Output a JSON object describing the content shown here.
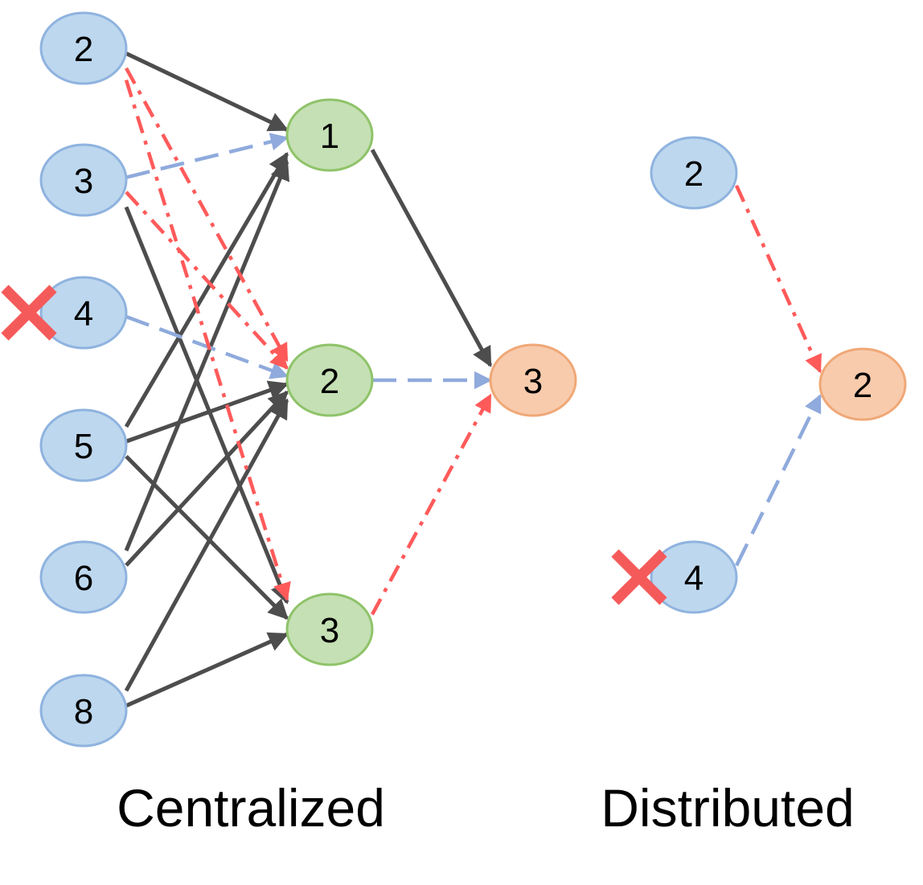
{
  "colors": {
    "input_fill": "#bdd7ee",
    "input_stroke": "#8fb3df",
    "hidden_fill": "#c5e0b4",
    "hidden_stroke": "#8fc36a",
    "output_fill": "#f8cbad",
    "output_stroke": "#f0a877",
    "solid_edge": "#4d4d4d",
    "blue_edge": "#8faadc",
    "red_edge": "#ff5a5a",
    "cross": "#f55a5a"
  },
  "centralized": {
    "caption": "Centralized",
    "input_nodes": [
      {
        "id": "c-in-2",
        "label": "2",
        "crossed": false
      },
      {
        "id": "c-in-3",
        "label": "3",
        "crossed": false
      },
      {
        "id": "c-in-4",
        "label": "4",
        "crossed": true
      },
      {
        "id": "c-in-5",
        "label": "5",
        "crossed": false
      },
      {
        "id": "c-in-6",
        "label": "6",
        "crossed": false
      },
      {
        "id": "c-in-8",
        "label": "8",
        "crossed": false
      }
    ],
    "hidden_nodes": [
      {
        "id": "c-h-1",
        "label": "1"
      },
      {
        "id": "c-h-2",
        "label": "2"
      },
      {
        "id": "c-h-3",
        "label": "3"
      }
    ],
    "output_node": {
      "id": "c-out-3",
      "label": "3"
    },
    "edges": [
      {
        "from": "c-in-2",
        "to": "c-h-1",
        "style": "solid"
      },
      {
        "from": "c-in-3",
        "to": "c-h-3",
        "style": "solid"
      },
      {
        "from": "c-in-5",
        "to": "c-h-1",
        "style": "solid"
      },
      {
        "from": "c-in-5",
        "to": "c-h-2",
        "style": "solid"
      },
      {
        "from": "c-in-5",
        "to": "c-h-3",
        "style": "solid"
      },
      {
        "from": "c-in-6",
        "to": "c-h-1",
        "style": "solid"
      },
      {
        "from": "c-in-6",
        "to": "c-h-2",
        "style": "solid"
      },
      {
        "from": "c-in-8",
        "to": "c-h-2",
        "style": "solid"
      },
      {
        "from": "c-in-8",
        "to": "c-h-3",
        "style": "solid"
      },
      {
        "from": "c-h-1",
        "to": "c-out-3",
        "style": "solid"
      },
      {
        "from": "c-in-3",
        "to": "c-h-1",
        "style": "blue-dash"
      },
      {
        "from": "c-in-4",
        "to": "c-h-2",
        "style": "blue-dash"
      },
      {
        "from": "c-h-2",
        "to": "c-out-3",
        "style": "blue-dash"
      },
      {
        "from": "c-in-2",
        "to": "c-h-2",
        "style": "red-dashdot"
      },
      {
        "from": "c-in-2",
        "to": "c-h-3",
        "style": "red-dashdot"
      },
      {
        "from": "c-in-3",
        "to": "c-h-2",
        "style": "red-dashdot"
      },
      {
        "from": "c-h-3",
        "to": "c-out-3",
        "style": "red-dashdot"
      }
    ]
  },
  "distributed": {
    "caption": "Distributed",
    "input_nodes": [
      {
        "id": "d-in-2",
        "label": "2",
        "crossed": false
      },
      {
        "id": "d-in-4",
        "label": "4",
        "crossed": true
      }
    ],
    "output_node": {
      "id": "d-out-2",
      "label": "2"
    },
    "edges": [
      {
        "from": "d-in-2",
        "to": "d-out-2",
        "style": "red-dashdot"
      },
      {
        "from": "d-in-4",
        "to": "d-out-2",
        "style": "blue-dash"
      }
    ]
  }
}
